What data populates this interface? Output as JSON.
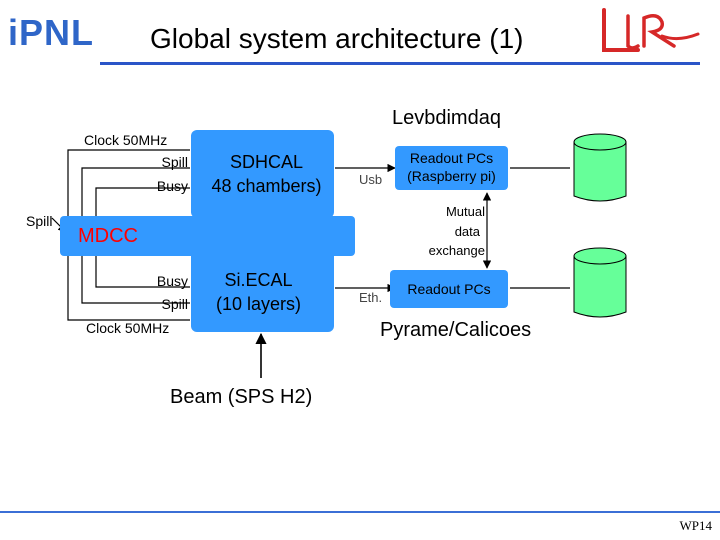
{
  "logos": {
    "left": "iPNL",
    "right": "LLR"
  },
  "slide": {
    "title": "Global system architecture (1)",
    "footer": "WP14"
  },
  "diagram": {
    "levbdimdaq": "Levbdimdaq",
    "sdhcal": {
      "line1": "SDHCAL",
      "line2": "48 chambers)"
    },
    "siecal": {
      "line1": "Si.ECAL",
      "line2": "(10 layers)"
    },
    "mdcc": "MDCC",
    "signals_top": {
      "clock": "Clock 50MHz",
      "spill": "Spill",
      "busy": "Busy"
    },
    "signals_bottom": {
      "busy": "Busy",
      "spill": "Spill",
      "clock": "Clock 50MHz"
    },
    "spill_left": "Spill",
    "readout_top": {
      "line1": "Readout PCs",
      "line2": "(Raspberry pi)"
    },
    "readout_bottom": "Readout PCs",
    "usb": "Usb",
    "eth": "Eth.",
    "mutual": {
      "line1": "Mutual",
      "line2": "data",
      "line3": "exchange"
    },
    "pyrame": "Pyrame/Calicoes",
    "beam": "Beam (SPS H2)"
  },
  "colors": {
    "box": "#3399ff",
    "mdcc_text": "#ff0000",
    "rule": "#2a55c8"
  }
}
